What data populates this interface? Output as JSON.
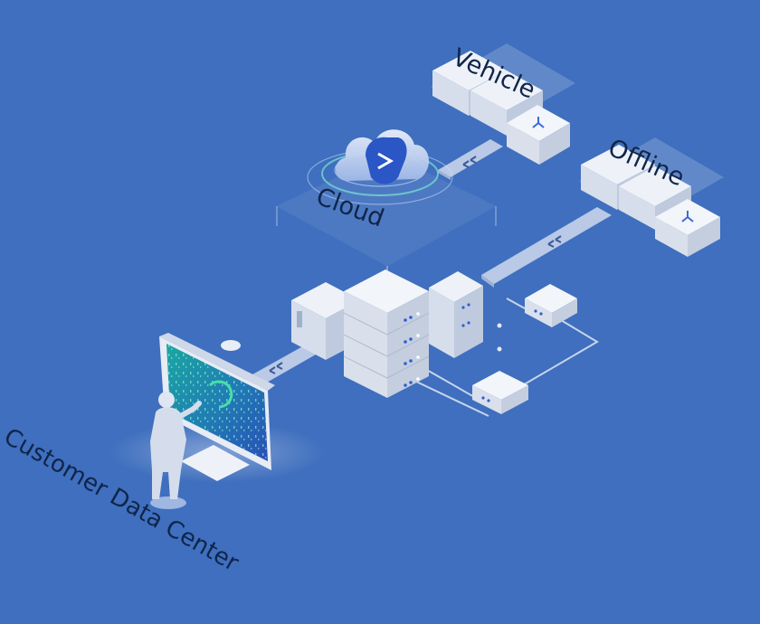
{
  "labels": {
    "vehicle": "Vehicle",
    "offline": "Offline",
    "cloud": "Cloud",
    "customer_data_center": "Customer Data Center"
  },
  "colors": {
    "background": "#3f6fbe",
    "label_text": "#10254a",
    "box_top": "#f2f5fa",
    "box_left": "#d9e0ec",
    "box_right": "#c4cedf",
    "accent_blue": "#2f5fd0",
    "screen_green": "#3ccf9a"
  },
  "icons": {
    "cloud_logo": "cloud-arrow-icon",
    "vehicle_marker": "y-node-icon",
    "offline_marker": "y-node-icon",
    "link_arrows": "double-chevron-icon"
  }
}
